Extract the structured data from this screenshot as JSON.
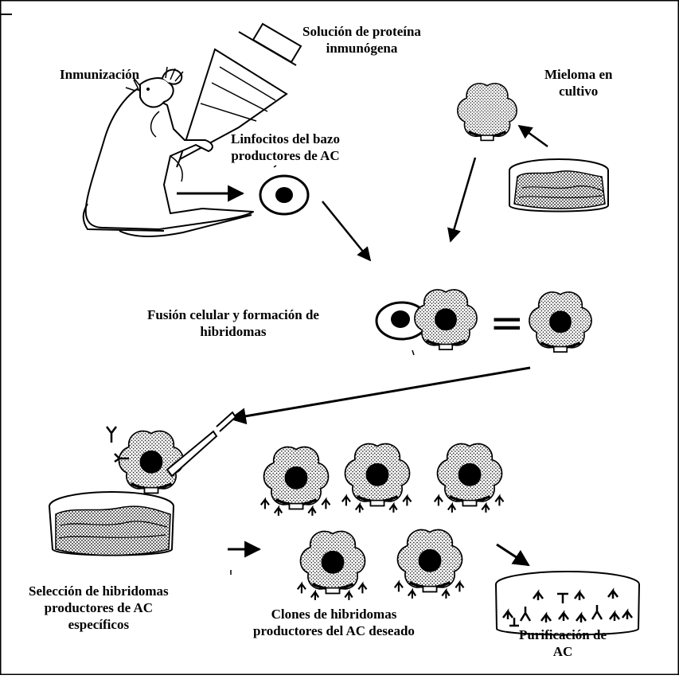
{
  "labels": {
    "solucion": [
      "Solución de proteína",
      "inmunógena"
    ],
    "inmunizacion": "Inmunización",
    "mieloma": [
      "Mieloma en",
      "cultivo"
    ],
    "linfocitos": [
      "Linfocitos del bazo",
      "productores de AC"
    ],
    "fusion": [
      "Fusión celular y formación de",
      "hibridomas"
    ],
    "seleccion": [
      "Selección de hibridomas",
      "productores de AC",
      "específicos"
    ],
    "clones": [
      "Clones de hibridomas",
      "productores del AC deseado"
    ],
    "purificacion": [
      "Purificación de",
      "AC"
    ],
    "equals_sign": "="
  },
  "colors": {
    "ink": "#000000",
    "stipple": "#7a7a7a",
    "background": "#ffffff"
  }
}
